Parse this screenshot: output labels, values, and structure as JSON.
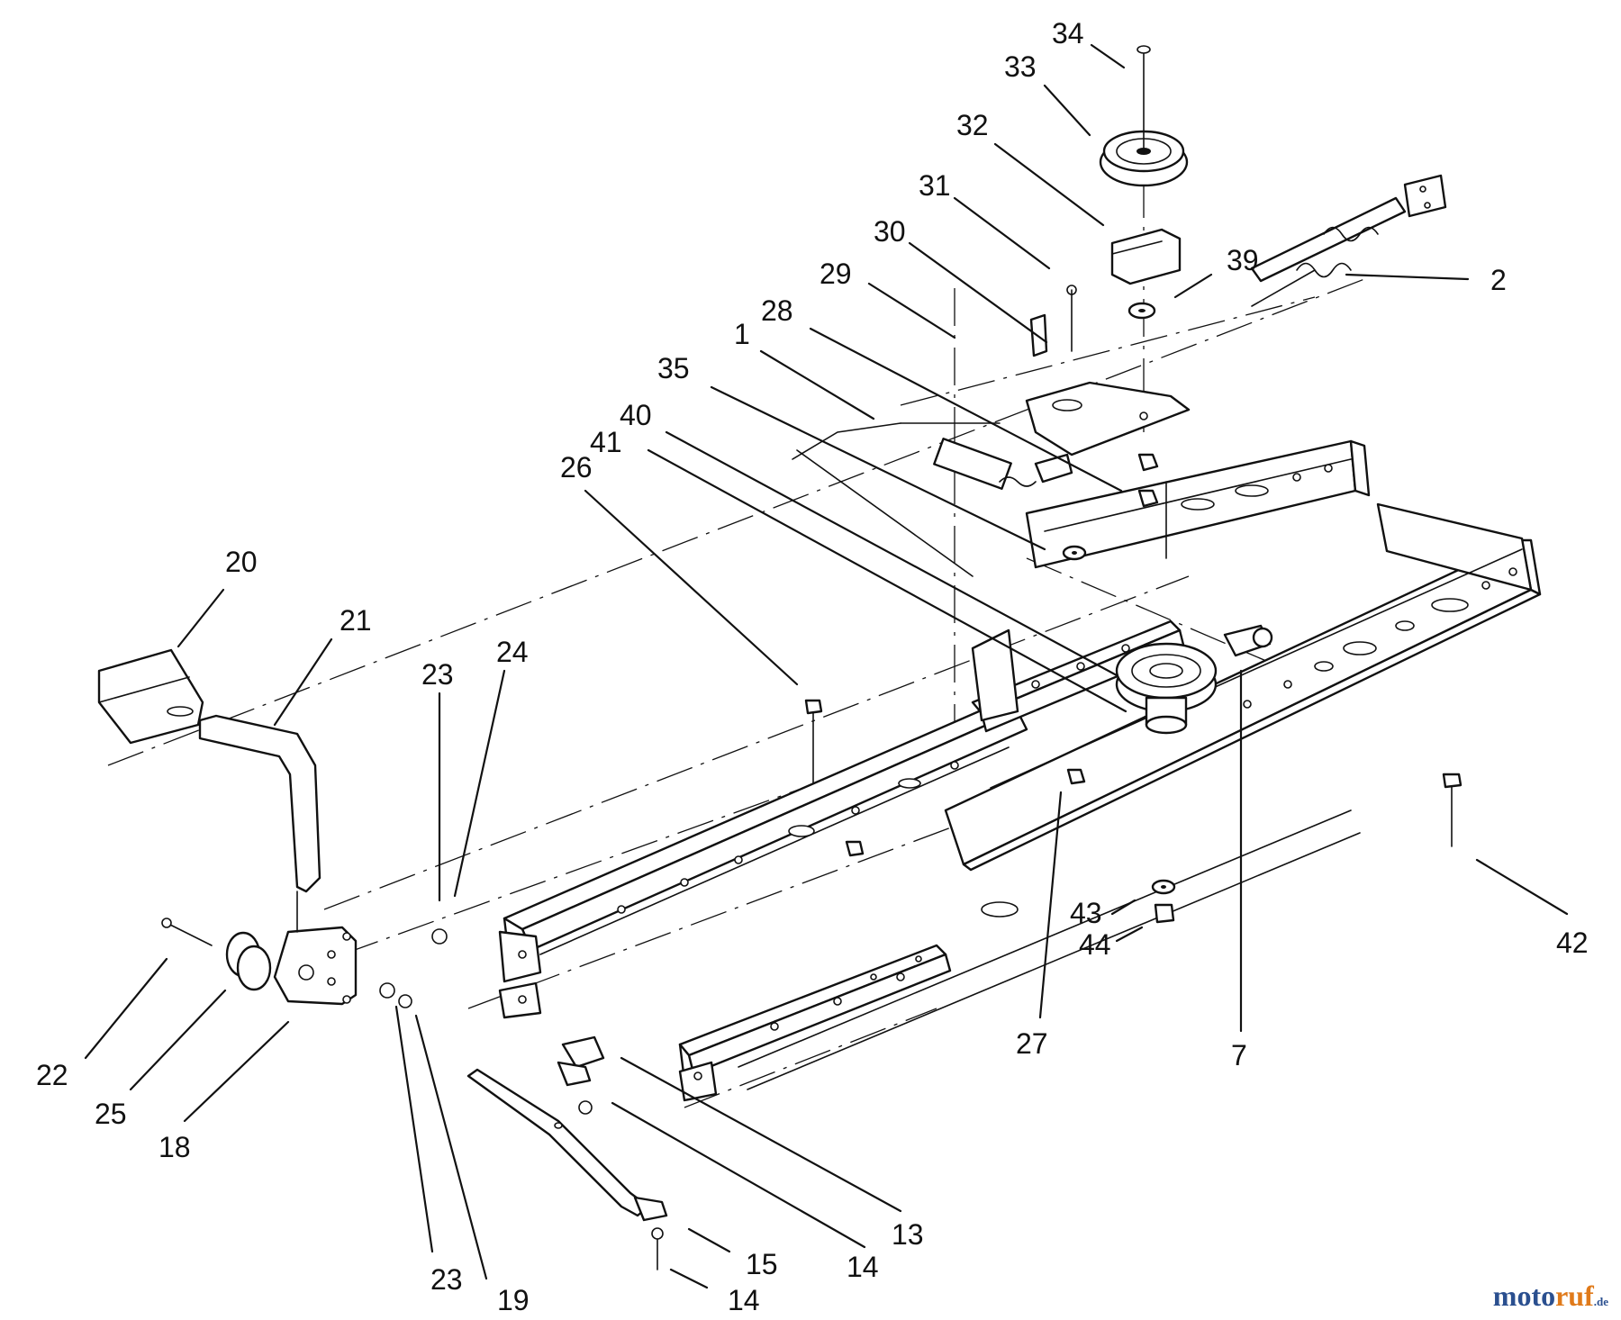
{
  "diagram": {
    "callouts": [
      {
        "id": "c34a",
        "text": "34"
      },
      {
        "id": "c33",
        "text": "33"
      },
      {
        "id": "c32",
        "text": "32"
      },
      {
        "id": "c31",
        "text": "31"
      },
      {
        "id": "c30",
        "text": "30"
      },
      {
        "id": "c29",
        "text": "29"
      },
      {
        "id": "c28",
        "text": "28"
      },
      {
        "id": "c1",
        "text": "1"
      },
      {
        "id": "c35",
        "text": "35"
      },
      {
        "id": "c40",
        "text": "40"
      },
      {
        "id": "c41",
        "text": "41"
      },
      {
        "id": "c26",
        "text": "26"
      },
      {
        "id": "c39",
        "text": "39"
      },
      {
        "id": "c2",
        "text": "2"
      },
      {
        "id": "c20",
        "text": "20"
      },
      {
        "id": "c21",
        "text": "21"
      },
      {
        "id": "c23a",
        "text": "23"
      },
      {
        "id": "c24",
        "text": "24"
      },
      {
        "id": "c22",
        "text": "22"
      },
      {
        "id": "c25",
        "text": "25"
      },
      {
        "id": "c18",
        "text": "18"
      },
      {
        "id": "c23b",
        "text": "23"
      },
      {
        "id": "c19",
        "text": "19"
      },
      {
        "id": "c27",
        "text": "27"
      },
      {
        "id": "c7",
        "text": "7"
      },
      {
        "id": "c43",
        "text": "43"
      },
      {
        "id": "c44",
        "text": "44"
      },
      {
        "id": "c42",
        "text": "42"
      },
      {
        "id": "c13",
        "text": "13"
      },
      {
        "id": "c14a",
        "text": "14"
      },
      {
        "id": "c15",
        "text": "15"
      },
      {
        "id": "c14b",
        "text": "14"
      }
    ]
  },
  "watermark": {
    "part1": "moto",
    "part2": "ruf",
    "part3": ".de"
  }
}
